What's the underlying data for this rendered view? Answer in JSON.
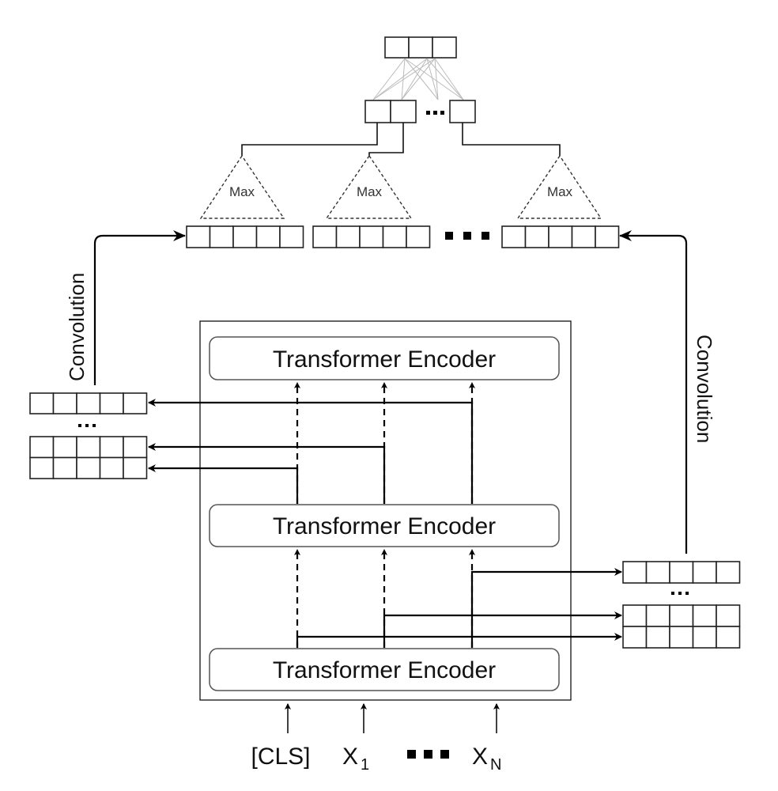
{
  "diagram": {
    "encoders": [
      {
        "label": "Transformer Encoder"
      },
      {
        "label": "Transformer Encoder"
      },
      {
        "label": "Transformer Encoder"
      }
    ],
    "pooling": [
      {
        "label": "Max"
      },
      {
        "label": "Max"
      },
      {
        "label": "Max"
      }
    ],
    "convolution_left": "Convolution",
    "convolution_right": "Convolution",
    "inputs": {
      "cls": "[CLS]",
      "x1_base": "X",
      "x1_sub": "1",
      "xn_base": "X",
      "xn_sub": "N"
    },
    "ellipsis": "..."
  }
}
